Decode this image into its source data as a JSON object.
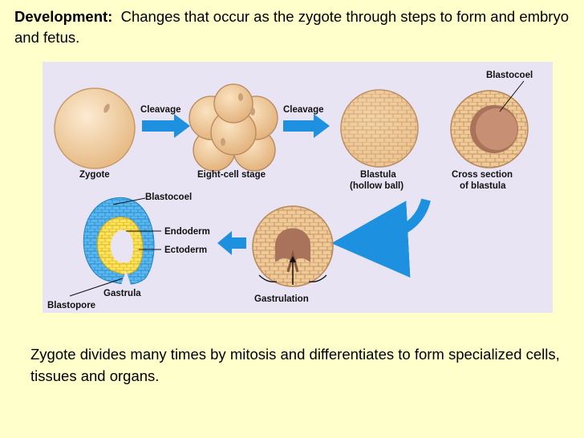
{
  "header": {
    "term": "Development:",
    "definition": "Changes that occur as the zygote through steps to form and embryo and fetus."
  },
  "diagram": {
    "labels": {
      "zygote": "Zygote",
      "cleavage_1": "Cleavage",
      "eight_cell": "Eight-cell stage",
      "cleavage_2": "Cleavage",
      "blastula_1": "Blastula",
      "blastula_2": "(hollow ball)",
      "blastocoel_top": "Blastocoel",
      "cross_section_1": "Cross section",
      "cross_section_2": "of blastula",
      "blastocoel_gastrula": "Blastocoel",
      "endoderm": "Endoderm",
      "ectoderm": "Ectoderm",
      "gastrula": "Gastrula",
      "blastopore": "Blastopore",
      "gastrulation": "Gastrulation"
    },
    "colors": {
      "panel": "#e8e4f4",
      "arrow": "#1e90e0",
      "cell": "#f2d2a6",
      "cell_outline": "#b8875a",
      "endoderm": "#ffe45a",
      "ectoderm": "#5ab8f0"
    }
  },
  "footer": {
    "text": "Zygote divides many times by mitosis and differentiates to form specialized cells, tissues and organs."
  }
}
